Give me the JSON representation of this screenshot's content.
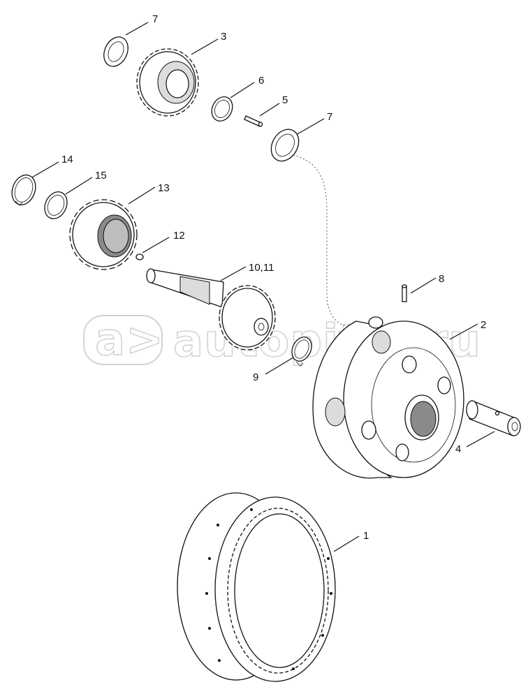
{
  "watermark": {
    "logo_glyph": "a>",
    "text": "autopiter.ru"
  },
  "callouts": [
    {
      "id": "c-7a",
      "label": "7"
    },
    {
      "id": "c-3",
      "label": "3"
    },
    {
      "id": "c-6",
      "label": "6"
    },
    {
      "id": "c-5",
      "label": "5"
    },
    {
      "id": "c-7b",
      "label": "7"
    },
    {
      "id": "c-14",
      "label": "14"
    },
    {
      "id": "c-15",
      "label": "15"
    },
    {
      "id": "c-13",
      "label": "13"
    },
    {
      "id": "c-12",
      "label": "12"
    },
    {
      "id": "c-10-11",
      "label": "10,11"
    },
    {
      "id": "c-8",
      "label": "8"
    },
    {
      "id": "c-2",
      "label": "2"
    },
    {
      "id": "c-9",
      "label": "9"
    },
    {
      "id": "c-4",
      "label": "4"
    },
    {
      "id": "c-1",
      "label": "1"
    }
  ]
}
